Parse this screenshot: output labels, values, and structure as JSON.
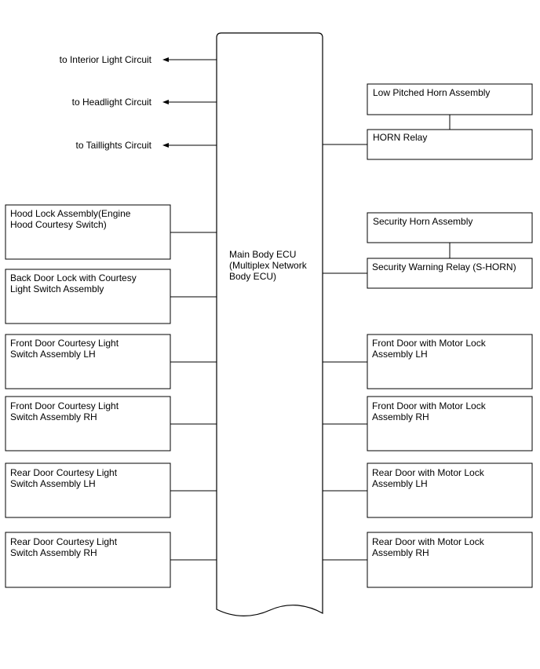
{
  "ecu": {
    "lines": [
      "Main Body ECU",
      "(Multiplex Network",
      "Body ECU)"
    ]
  },
  "outputs": [
    {
      "label": "to Interior Light Circuit"
    },
    {
      "label": "to Headlight Circuit"
    },
    {
      "label": "to Taillights Circuit"
    }
  ],
  "left_components": [
    {
      "lines": [
        "Hood Lock Assembly(Engine",
        "Hood Courtesy Switch)"
      ]
    },
    {
      "lines": [
        "Back Door Lock with Courtesy",
        "Light Switch Assembly"
      ]
    },
    {
      "lines": [
        "Front Door Courtesy Light",
        "Switch Assembly LH"
      ]
    },
    {
      "lines": [
        "Front Door Courtesy Light",
        "Switch Assembly RH"
      ]
    },
    {
      "lines": [
        "Rear Door Courtesy Light",
        "Switch Assembly LH"
      ]
    },
    {
      "lines": [
        "Rear Door Courtesy Light",
        "Switch Assembly RH"
      ]
    }
  ],
  "right_components": [
    {
      "lines": [
        "Low Pitched Horn Assembly"
      ]
    },
    {
      "lines": [
        "HORN Relay"
      ]
    },
    {
      "lines": [
        "Security Horn Assembly"
      ]
    },
    {
      "lines": [
        "Security Warning Relay (S-HORN)"
      ]
    },
    {
      "lines": [
        "Front Door with Motor Lock",
        "Assembly LH"
      ]
    },
    {
      "lines": [
        "Front Door with Motor Lock",
        "Assembly RH"
      ]
    },
    {
      "lines": [
        "Rear Door with Motor Lock",
        "Assembly LH"
      ]
    },
    {
      "lines": [
        "Rear Door with Motor Lock",
        "Assembly RH"
      ]
    }
  ]
}
